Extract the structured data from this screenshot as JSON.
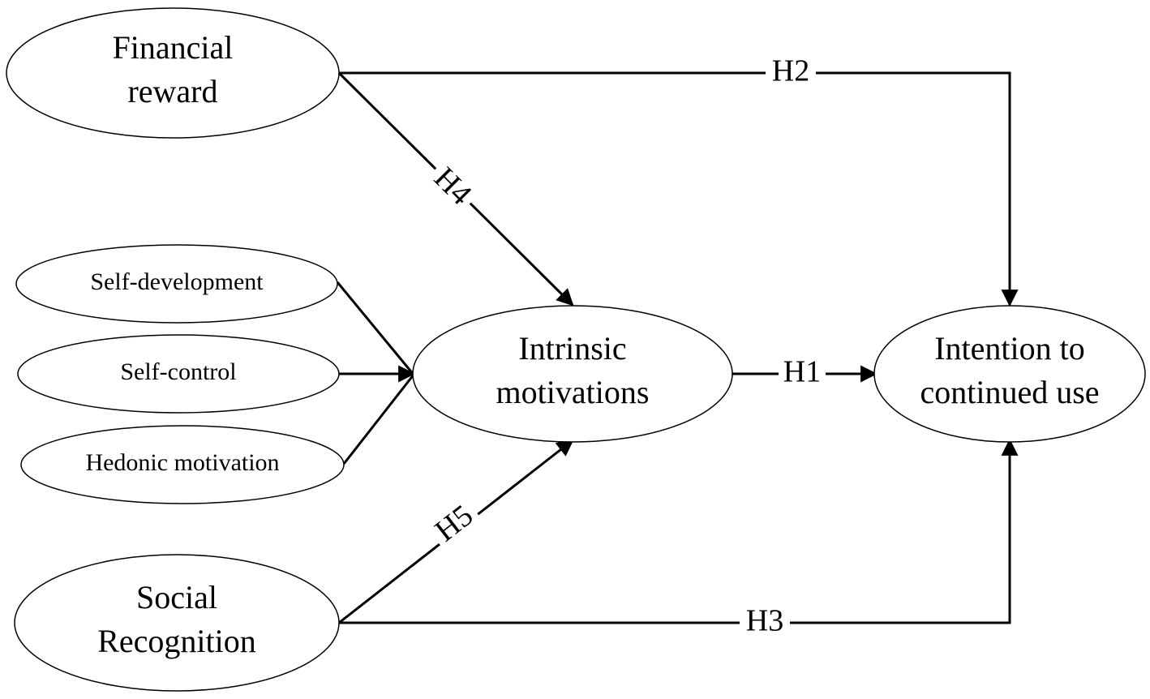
{
  "nodes": {
    "financial_reward": [
      "Financial",
      "reward"
    ],
    "self_development": "Self-development",
    "self_control": "Self-control",
    "hedonic_motivation": "Hedonic motivation",
    "social_recognition": [
      "Social",
      "Recognition"
    ],
    "intrinsic_motivations": [
      "Intrinsic",
      "motivations"
    ],
    "intention": [
      "Intention to",
      "continued use"
    ]
  },
  "hypotheses": {
    "h1": "H1",
    "h2": "H2",
    "h3": "H3",
    "h4": "H4",
    "h5": "H5"
  },
  "colors": {
    "stroke": "#000000",
    "background": "#ffffff"
  }
}
